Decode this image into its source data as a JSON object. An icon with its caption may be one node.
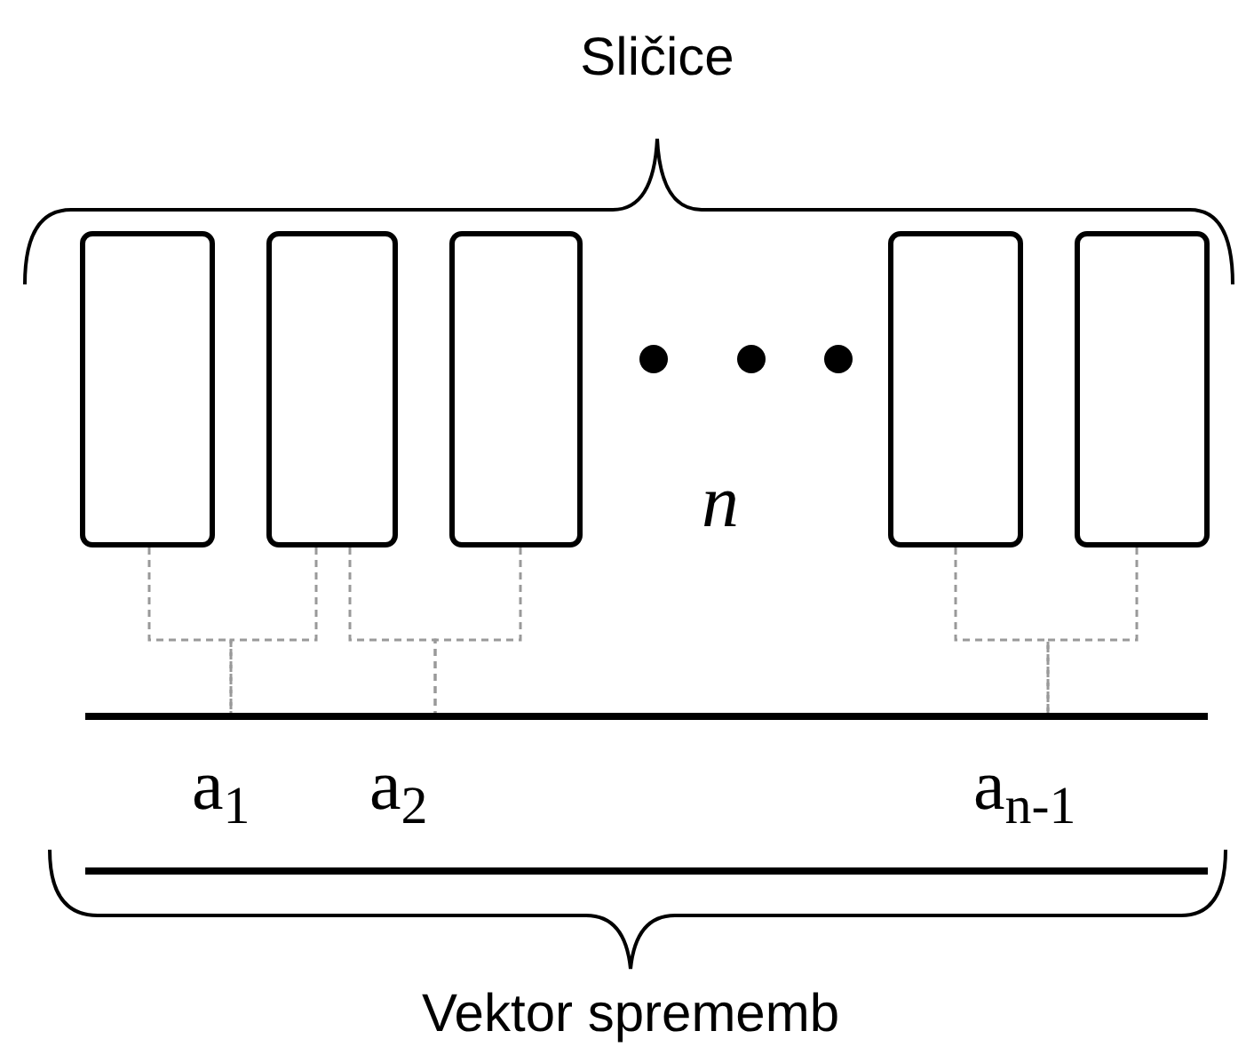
{
  "diagram": {
    "nodes": [
      {
        "text": [],
        "shape": "box"
      },
      {
        "text": [],
        "shape": "box"
      },
      {
        "text": [],
        "shape": "box"
      },
      {
        "text": [],
        "shape": "box"
      },
      {
        "text": [],
        "shape": "box"
      },
      {
        "text": [],
        "shape": "bar"
      }
    ],
    "edges": [
      {
        "from": 0,
        "to": 5,
        "arrow": "none",
        "style": "dashed"
      },
      {
        "from": 1,
        "to": 5,
        "arrow": "none",
        "style": "dashed"
      },
      {
        "from": 1,
        "to": 5,
        "arrow": "none",
        "style": "dashed"
      },
      {
        "from": 2,
        "to": 5,
        "arrow": "none",
        "style": "dashed"
      },
      {
        "from": 3,
        "to": 5,
        "arrow": "none",
        "style": "dashed"
      },
      {
        "from": 4,
        "to": 5,
        "arrow": "none",
        "style": "dashed"
      }
    ],
    "labels": [
      "Sličice",
      "n",
      "a$_{1}$",
      "a$_{2}$",
      "a$_{n-1}$",
      "Vektor sprememb"
    ]
  }
}
